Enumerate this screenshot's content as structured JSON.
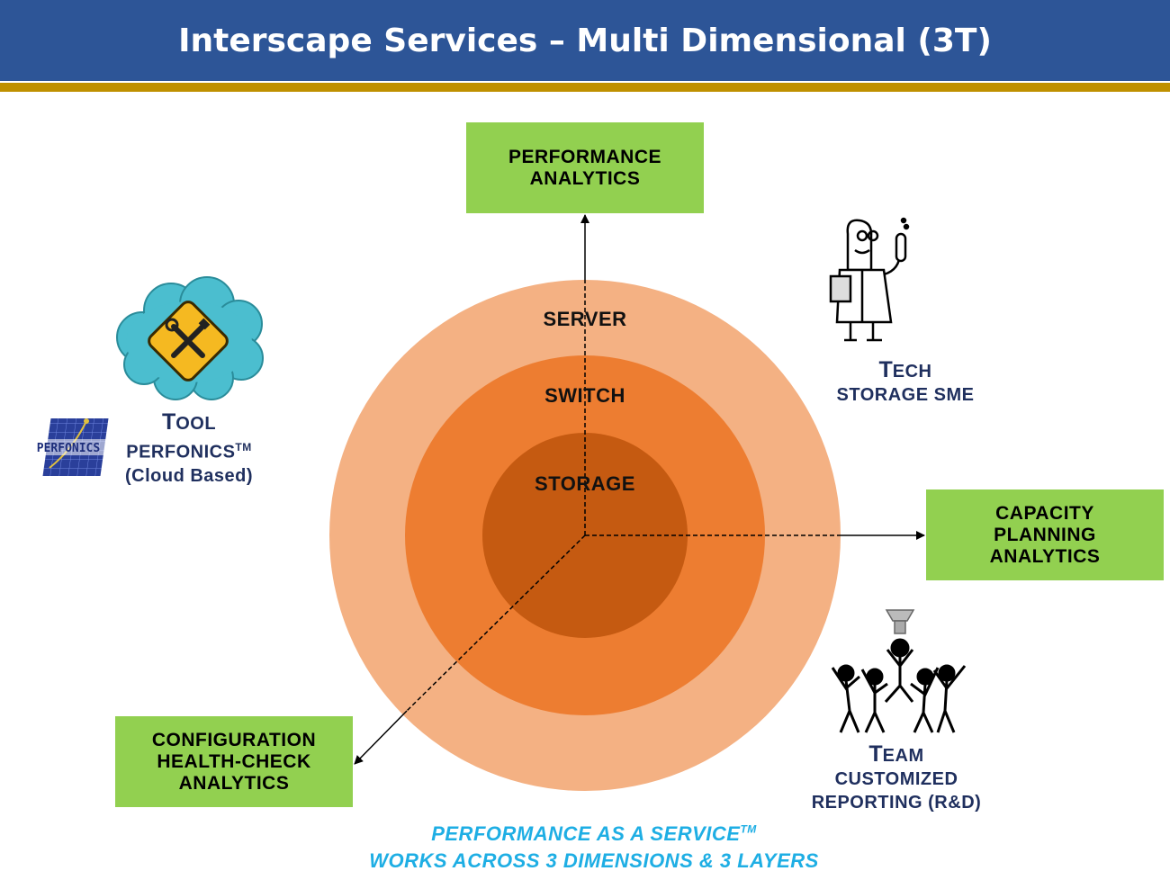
{
  "header": {
    "title": "Interscape Services – Multi Dimensional (3T)"
  },
  "layers": {
    "outer": "SERVER",
    "middle": "SWITCH",
    "inner": "STORAGE"
  },
  "boxes": {
    "performance": {
      "line1": "PERFORMANCE",
      "line2": "ANALYTICS"
    },
    "capacity": {
      "line1": "CAPACITY",
      "line2": "PLANNING",
      "line3": "ANALYTICS"
    },
    "configuration": {
      "line1": "CONFIGURATION",
      "line2": "HEALTH-CHECK",
      "line3": "ANALYTICS"
    }
  },
  "dimensions": {
    "tool": {
      "first": "T",
      "rest": "OOL",
      "line1": "PERFONICS",
      "tm": "TM",
      "line2": "(Cloud Based)"
    },
    "tech": {
      "first": "T",
      "rest": "ECH",
      "line1": "STORAGE SME"
    },
    "team": {
      "first": "T",
      "rest": "EAM",
      "line1": "CUSTOMIZED",
      "line2": "REPORTING (R&D)"
    }
  },
  "logo": {
    "text": "PERFONICS"
  },
  "footer": {
    "line1": "PERFORMANCE AS A SERVICE",
    "tm": "TM",
    "line2": "WORKS ACROSS 3 DIMENSIONS & 3 LAYERS"
  },
  "colors": {
    "header_bg": "#2d5597",
    "header_rule": "#bf9000",
    "box_green": "#92d050",
    "ring_outer": "#f4b183",
    "ring_middle": "#ed7d31",
    "ring_inner": "#c55a11",
    "label_navy": "#1f2f5e",
    "footer_blue": "#1eaee4",
    "cloud": "#4bbecf"
  }
}
